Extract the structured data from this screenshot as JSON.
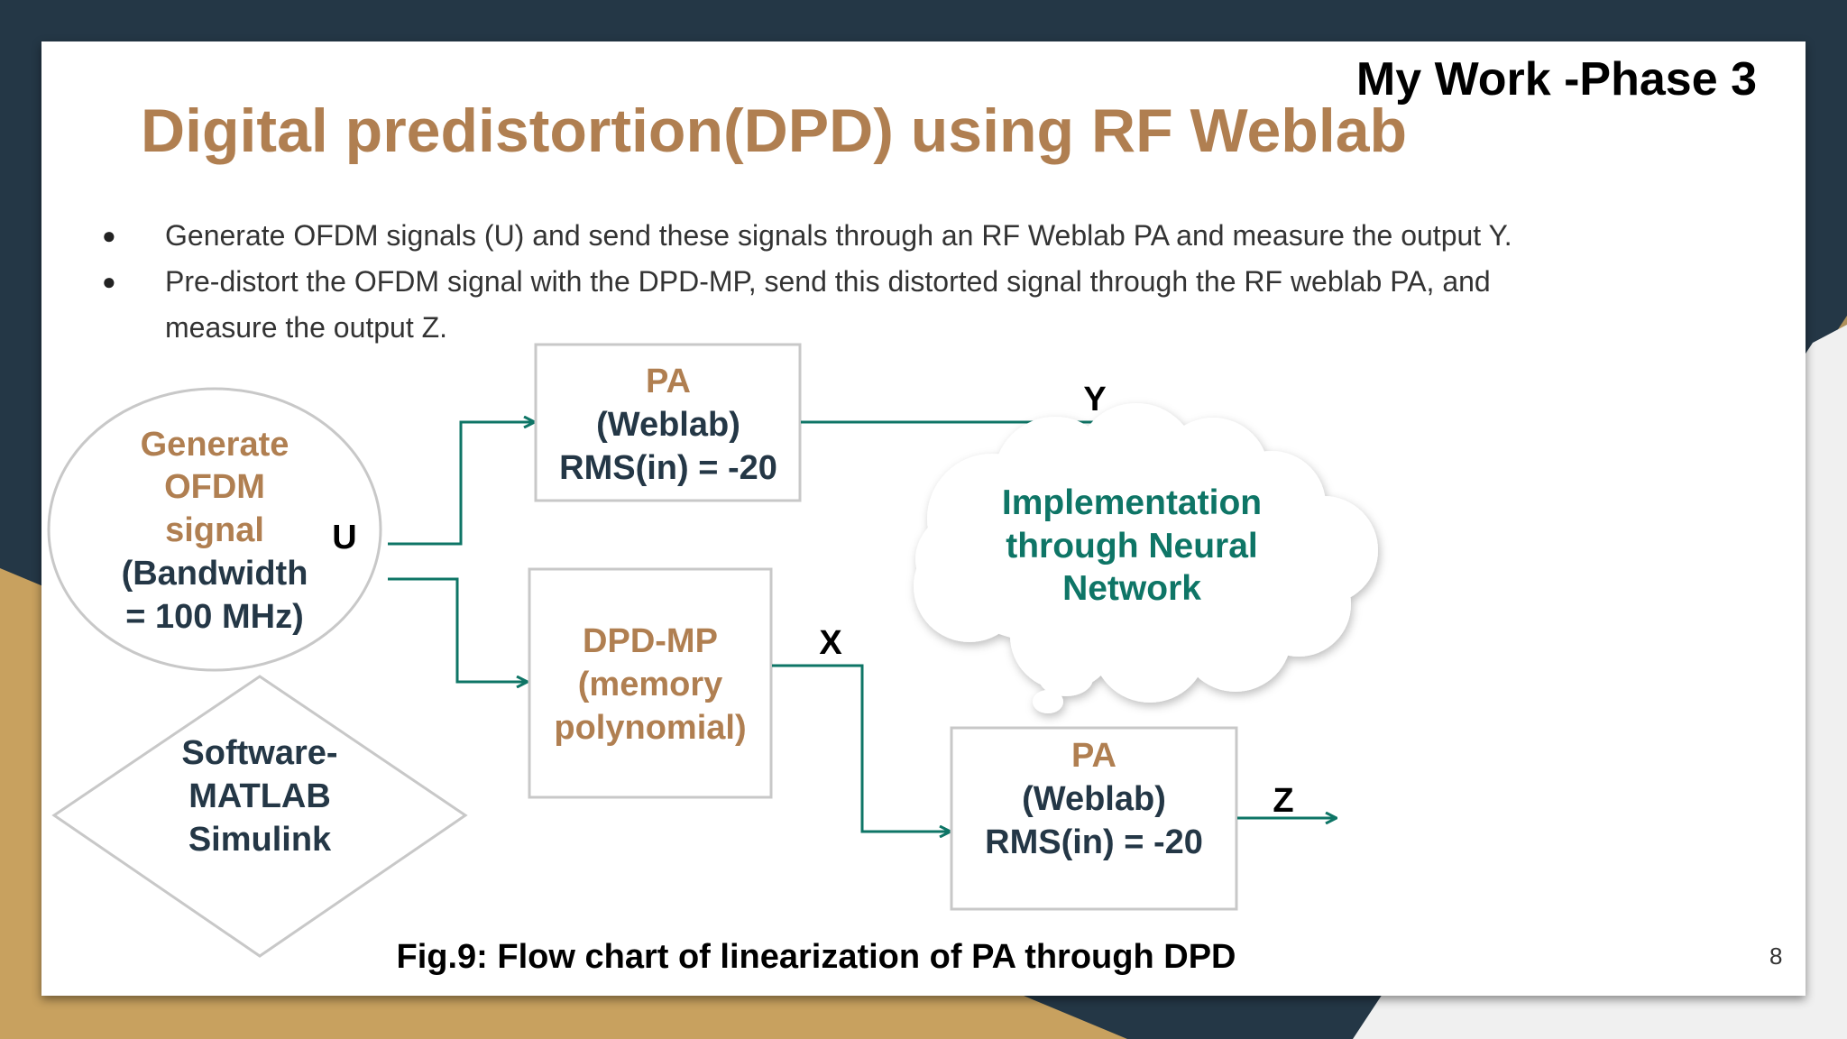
{
  "slide": {
    "phase_label": "My Work -Phase 3",
    "title": "Digital predistortion(DPD) using RF Weblab",
    "bullets": [
      "Generate OFDM signals (U) and send these signals through an RF Weblab PA and measure the output Y.",
      "Pre-distort the OFDM signal with the DPD-MP, send this distorted signal through the RF weblab PA, and measure the output Z."
    ],
    "caption": "Fig.9: Flow chart of linearization of PA through DPD",
    "page_number": "8"
  },
  "diagram": {
    "generator": {
      "line1": "Generate",
      "line2": "OFDM",
      "line3": "signal",
      "line4": "(Bandwidth",
      "line5": "= 100 MHz)"
    },
    "software": {
      "line1": "Software-",
      "line2": "MATLAB",
      "line3": "Simulink"
    },
    "pa_top": {
      "line1": "PA",
      "line2": "(Weblab)",
      "line3": "RMS(in) = -20"
    },
    "dpd": {
      "line1": "DPD-MP",
      "line2": "(memory",
      "line3": "polynomial)"
    },
    "pa_bottom": {
      "line1": "PA",
      "line2": "(Weblab)",
      "line3": "RMS(in) = -20"
    },
    "cloud": {
      "line1": "Implementation",
      "line2": "through Neural",
      "line3": "Network"
    },
    "labels": {
      "u": "U",
      "y": "Y",
      "x": "X",
      "z": "Z"
    }
  },
  "colors": {
    "heading_brown": "#b07f51",
    "arrow_teal": "#0e7566",
    "dark_navy": "#243746",
    "gold": "#c8a15f"
  }
}
